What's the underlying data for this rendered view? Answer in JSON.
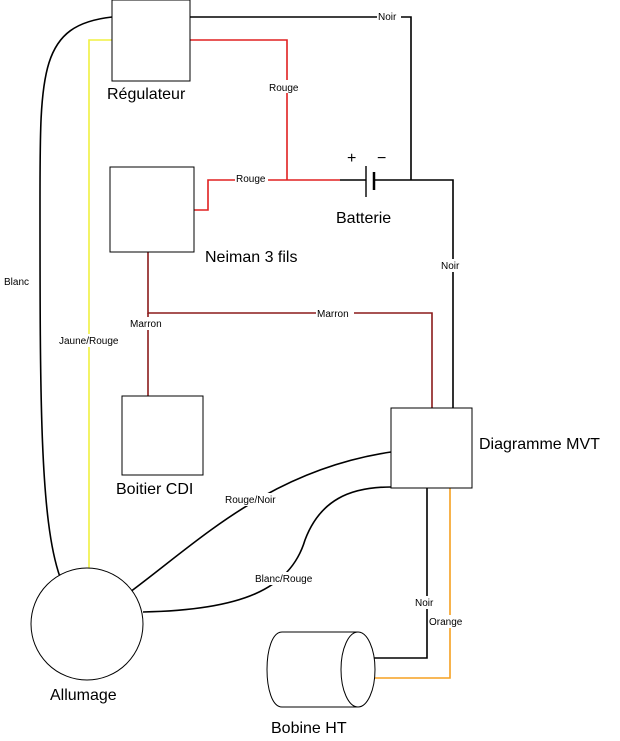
{
  "components": {
    "regulateur": "Régulateur",
    "batterie": "Batterie",
    "batterie_plus": "+",
    "batterie_minus": "−",
    "neiman": "Neiman 3 fils",
    "boitier_cdi": "Boitier CDI",
    "diagramme_mvt": "Diagramme MVT",
    "allumage": "Allumage",
    "bobine_ht": "Bobine HT"
  },
  "wires": {
    "noir_top": "Noir",
    "rouge_regulateur": "Rouge",
    "rouge_neiman": "Rouge",
    "noir_batterie": "Noir",
    "blanc": "Blanc",
    "jaune_rouge": "Jaune/Rouge",
    "marron_cdi": "Marron",
    "marron_mvt": "Marron",
    "rouge_noir": "Rouge/Noir",
    "blanc_rouge": "Blanc/Rouge",
    "noir_bobine": "Noir",
    "orange": "Orange"
  },
  "colors": {
    "black": "#000000",
    "red": "#e02020",
    "brown": "#8b1a1a",
    "yellow": "#f0f040",
    "orange": "#f5a020"
  }
}
